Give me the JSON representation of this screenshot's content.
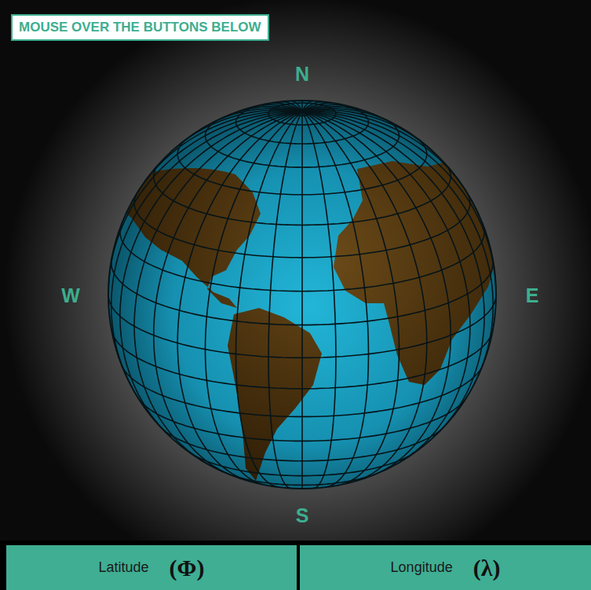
{
  "diagram": {
    "nodes": [
      {
        "text": [
          "MOUSE OVER THE BUTTONS BELOW"
        ]
      },
      {
        "text": [
          "Latitude",
          "(Φ)"
        ]
      },
      {
        "text": [
          "Longitude",
          "(λ)"
        ]
      }
    ],
    "labels": [
      "N",
      "W",
      "E",
      "S"
    ]
  }
}
